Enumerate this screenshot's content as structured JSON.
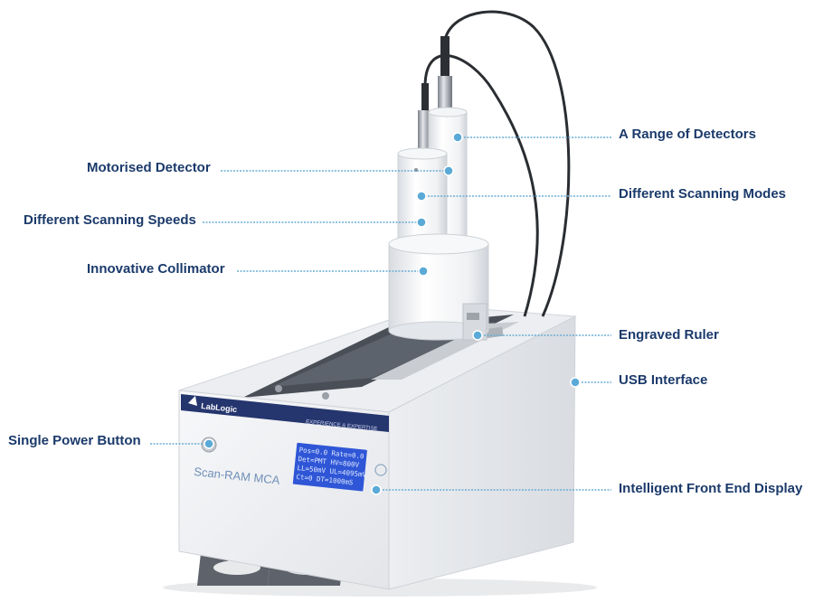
{
  "colors": {
    "label_text": "#1b3a6b",
    "leader_line": "#6aaed6",
    "brand_band": "#25356e",
    "lcd_screen": "#2f56d6",
    "device_body": "#f1f2f4"
  },
  "device": {
    "logo_text": "LabLogic",
    "tagline": "EXPERIENCE & EXPERTISE",
    "product_name": "Scan-RAM MCA",
    "display_lines": [
      "Pos=0.0  Rate=0.0",
      "Det=PMT  HV=800V",
      "LL=50mV  UL=4095mV",
      "Ct=0     DT=1000mS"
    ]
  },
  "callouts": {
    "range_of_detectors": "A Range of Detectors",
    "motorised_detector": "Motorised Detector",
    "different_scanning_modes": "Different Scanning Modes",
    "different_scanning_speeds": "Different Scanning Speeds",
    "innovative_collimator": "Innovative Collimator",
    "engraved_ruler": "Engraved Ruler",
    "usb_interface": "USB Interface",
    "single_power_button": "Single Power Button",
    "intelligent_front_end_display": "Intelligent Front End Display"
  }
}
